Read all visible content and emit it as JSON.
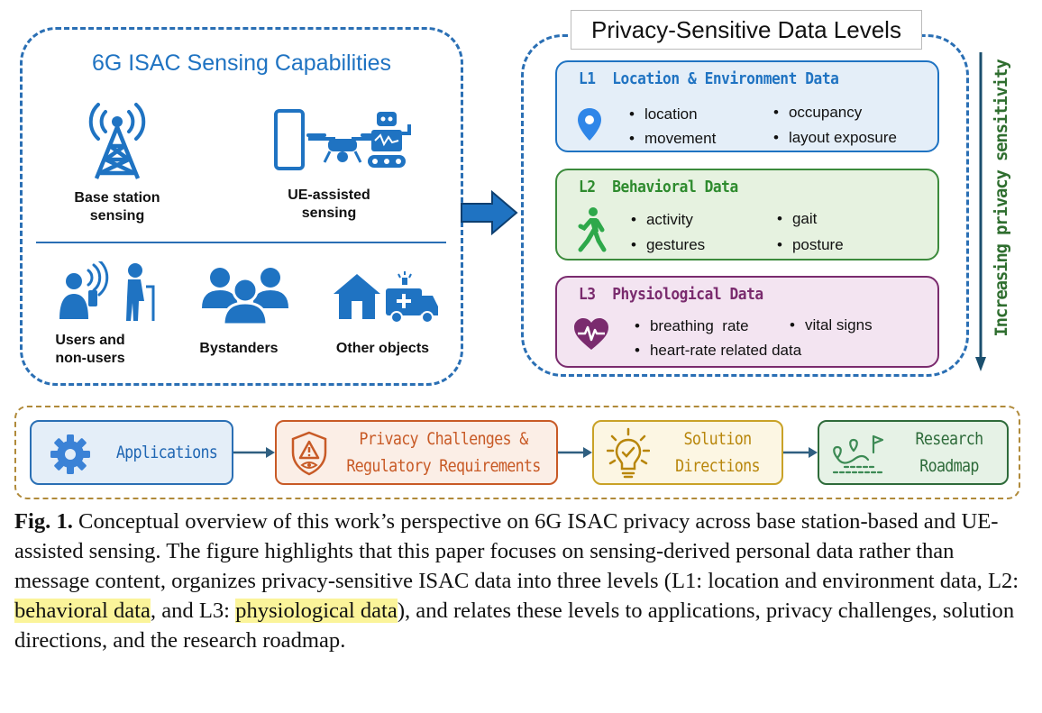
{
  "capabilities": {
    "title": "6G ISAC Sensing Capabilities",
    "top": [
      {
        "label": "Base station sensing",
        "line1": "Base station",
        "line2": "sensing",
        "icon": "cell-tower-icon"
      },
      {
        "label": "UE-assisted sensing",
        "line1": "UE-assisted",
        "line2": "sensing",
        "icon": "phone-drone-robot-icon"
      }
    ],
    "bottom": [
      {
        "line1": "Users and",
        "line2": "non-users",
        "icon": "users-icon"
      },
      {
        "line1": "Bystanders",
        "icon": "bystanders-icon"
      },
      {
        "line1": "Other objects",
        "icon": "house-ambulance-icon"
      }
    ]
  },
  "levels_panel": {
    "title": "Privacy-Sensitive Data Levels",
    "levels": [
      {
        "id": "L1",
        "name": "Location & Environment Data",
        "color": "#1f73c2",
        "bg": "#e4eef8",
        "icon": "location-pin-icon",
        "items": [
          "location",
          "movement",
          "occupancy",
          "layout exposure"
        ]
      },
      {
        "id": "L2",
        "name": "Behavioral Data",
        "color": "#2e8b2e",
        "bg": "#e6f2e0",
        "icon": "walking-person-icon",
        "items": [
          "activity",
          "gestures",
          "gait",
          "posture"
        ]
      },
      {
        "id": "L3",
        "name": "Physiological Data",
        "color": "#7a2b6e",
        "bg": "#f3e4f1",
        "icon": "heart-rate-icon",
        "items": [
          "breathing  rate",
          "heart-rate related data",
          "vital signs"
        ]
      }
    ],
    "side_label": "Increasing privacy sensitivity"
  },
  "flow": [
    {
      "label": "Applications",
      "color": "#2a6fb4",
      "bg": "#e4eef8",
      "icon": "gear-icon"
    },
    {
      "line1": "Privacy Challenges &",
      "line2": "Regulatory Requirements",
      "color": "#c85a26",
      "bg": "#fbeee6",
      "icon": "shield-warning-icon"
    },
    {
      "line1": "Solution",
      "line2": "Directions",
      "color": "#b8860b",
      "bg": "#fcf6e3",
      "icon": "lightbulb-icon"
    },
    {
      "line1": "Research",
      "line2": "Roadmap",
      "color": "#2e6b3a",
      "bg": "#e6f2e6",
      "icon": "roadmap-icon"
    }
  ],
  "caption": {
    "fig": "Fig. 1.",
    "text1": " Conceptual overview of this work’s perspective on 6G ISAC privacy across base station-based and UE-assisted sensing. The figure highlights that this paper focuses on sensing-derived personal data rather than message content, organizes privacy-sensitive ISAC data into three levels (L1: location and environment data, L2: ",
    "hl1": "behavioral data",
    "text2": ", and L3: ",
    "hl2": "physiological data",
    "text3": "), and relates these levels to applications, privacy challenges, solution directions, and the research roadmap."
  }
}
